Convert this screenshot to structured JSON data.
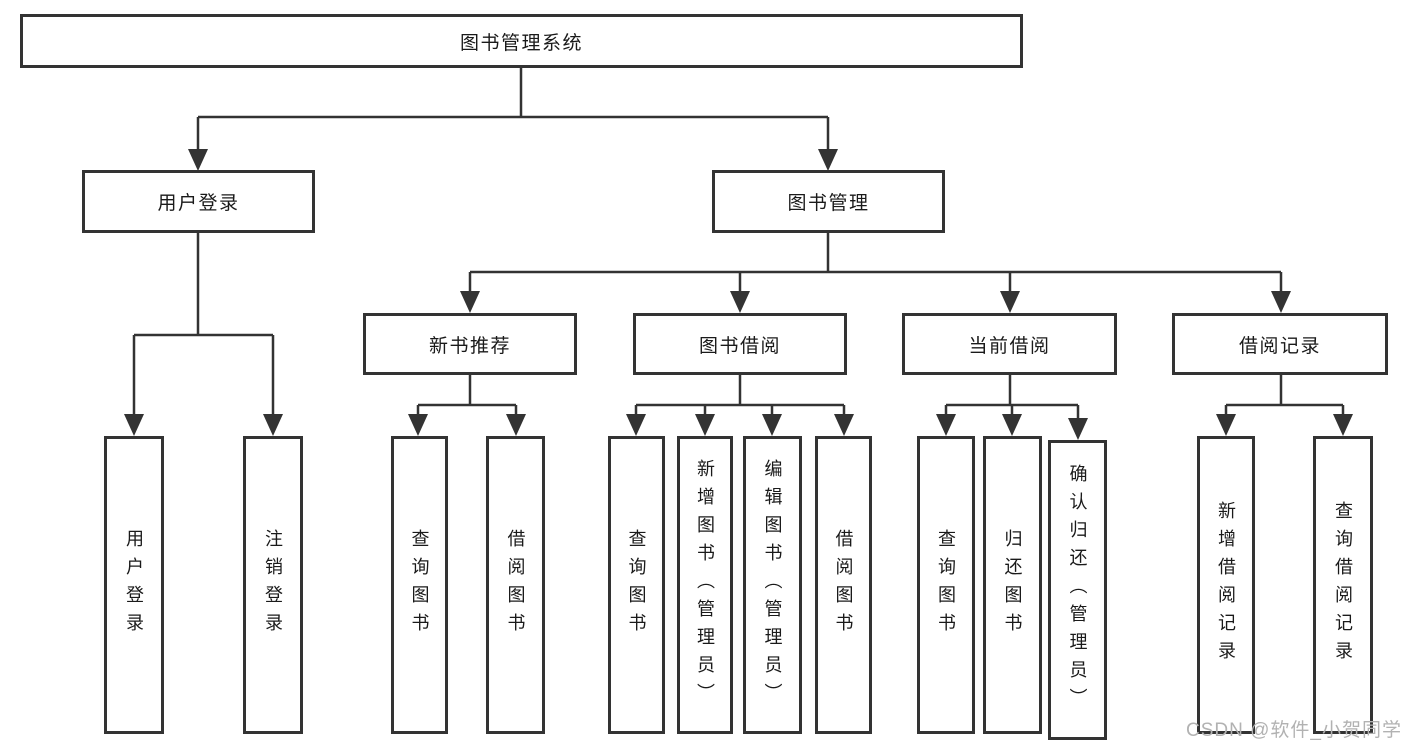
{
  "tree": {
    "label": "图书管理系统",
    "children": [
      {
        "label": "用户登录",
        "children": [
          {
            "label": "用户登录"
          },
          {
            "label": "注销登录"
          }
        ]
      },
      {
        "label": "图书管理",
        "children": [
          {
            "label": "新书推荐",
            "children": [
              {
                "label": "查询图书"
              },
              {
                "label": "借阅图书"
              }
            ]
          },
          {
            "label": "图书借阅",
            "children": [
              {
                "label": "查询图书"
              },
              {
                "label": "新增图书（管理员）"
              },
              {
                "label": "编辑图书（管理员）"
              },
              {
                "label": "借阅图书"
              }
            ]
          },
          {
            "label": "当前借阅",
            "children": [
              {
                "label": "查询图书"
              },
              {
                "label": "归还图书"
              },
              {
                "label": "确认归还（管理员）"
              }
            ]
          },
          {
            "label": "借阅记录",
            "children": [
              {
                "label": "新增借阅记录"
              },
              {
                "label": "查询借阅记录"
              }
            ]
          }
        ]
      }
    ]
  },
  "watermark": "CSDN @软件_小贺同学",
  "colors": {
    "line": "#333333",
    "box_border": "#333333",
    "text": "#1a1a1a",
    "watermark": "#b2b2b2",
    "background": "#ffffff"
  }
}
